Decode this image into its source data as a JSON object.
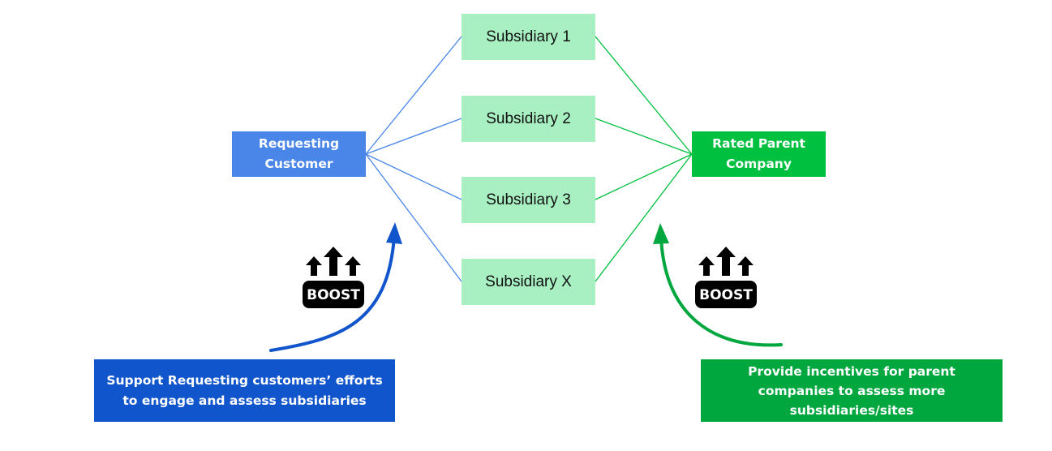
{
  "nodes": {
    "requesting_customer": "Requesting Customer",
    "rated_parent": "Rated Parent Company",
    "subsidiaries": [
      "Subsidiary 1",
      "Subsidiary 2",
      "Subsidiary 3",
      "Subsidiary X"
    ]
  },
  "callouts": {
    "support": "Support Requesting customers’ efforts to engage and assess subsidiaries",
    "incentives": "Provide incentives for parent companies to assess more subsidiaries/sites"
  },
  "badges": {
    "boost_label": "BOOST"
  },
  "colors": {
    "subsidiary_fill": "#a8f0c2",
    "customer_fill": "#4a86e8",
    "parent_fill": "#00c040",
    "support_fill": "#1155cc",
    "incentive_fill": "#00a63e",
    "left_connector": "#4a86e8",
    "right_connector": "#00c040"
  },
  "icons": [
    "boost-icon",
    "up-arrows-icon",
    "curved-arrow-icon"
  ]
}
